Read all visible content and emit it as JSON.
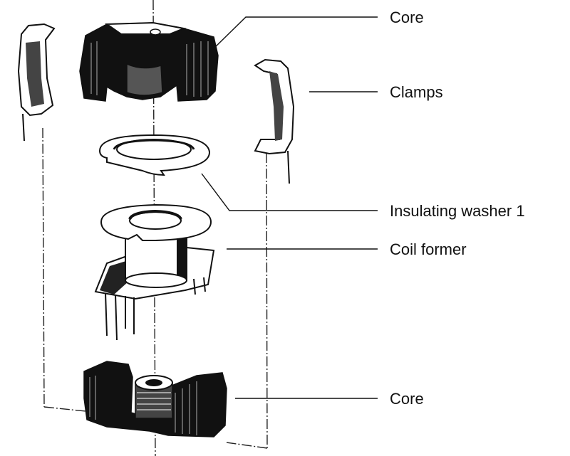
{
  "labels": {
    "core_top": "Core",
    "clamps": "Clamps",
    "insulating_washer": "Insulating washer 1",
    "coil_former": "Coil former",
    "core_bottom": "Core"
  }
}
